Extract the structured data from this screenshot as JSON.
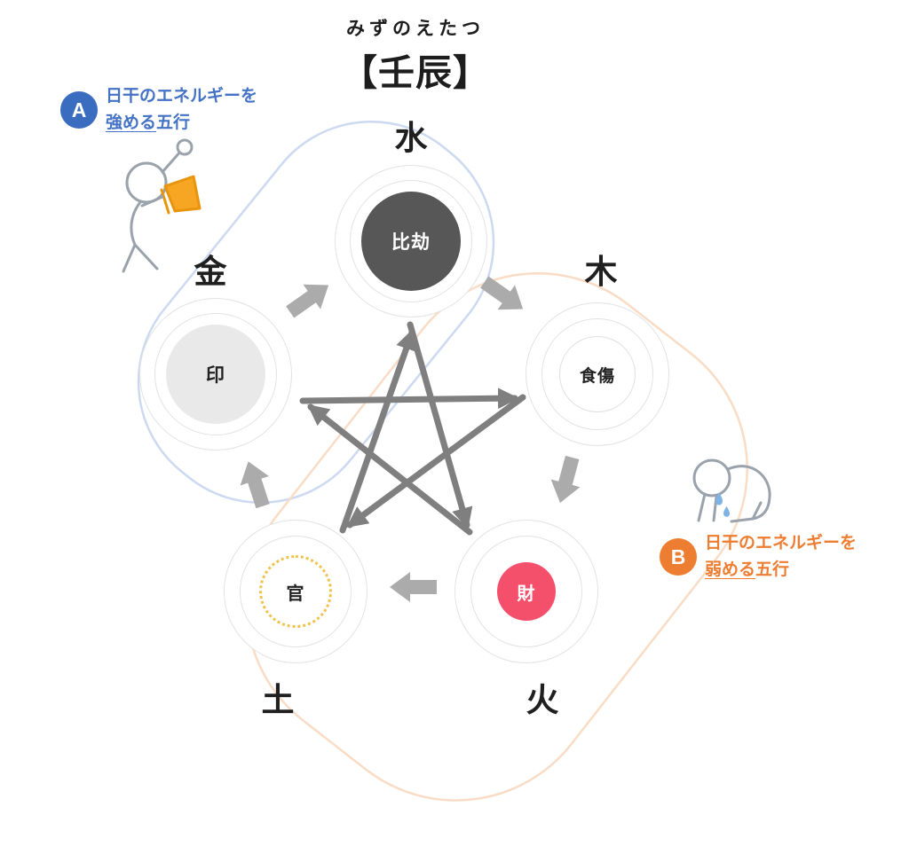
{
  "title": {
    "furigana": "みずのえたつ",
    "main": "【壬辰】"
  },
  "legend_a": {
    "badge": "A",
    "line1": "日干のエネルギーを",
    "emphasis": "強める",
    "suffix": "五行"
  },
  "legend_b": {
    "badge": "B",
    "line1": "日干のエネルギーを",
    "emphasis": "弱める",
    "suffix": "五行"
  },
  "elements": {
    "water": {
      "kanji": "水",
      "star": "比劫"
    },
    "wood": {
      "kanji": "木",
      "star": "食傷"
    },
    "fire": {
      "kanji": "火",
      "star": "財"
    },
    "earth": {
      "kanji": "土",
      "star": "官"
    },
    "metal": {
      "kanji": "金",
      "star": "印"
    }
  },
  "colors": {
    "legend_a_accent": "#4472c4",
    "legend_b_accent": "#ed7d31",
    "water_core": "#575757",
    "metal_core": "#e9e9e9",
    "fire_core": "#f4506b",
    "earth_ring_dotted": "#f0c24b",
    "strengthen_zone_outline": "#ccd9f0",
    "weaken_zone_outline": "#f9dcc5",
    "generation_arrow": "#ababab",
    "overcoming_arrow": "#7f7f7f",
    "megaphone": "#f6a623",
    "tears": "#7fb2e5"
  }
}
